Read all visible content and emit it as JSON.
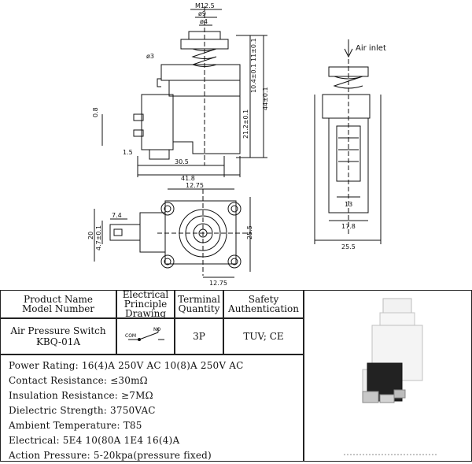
{
  "drawing": {
    "air_inlet_label": "Air inlet",
    "top_dims": {
      "m": "M12.5",
      "d9": "ø9",
      "d4": "ø4",
      "d3": "ø3",
      "h11": "11±0.1",
      "h10": "10.4±0.1",
      "h44": "44±0.1",
      "h21": "21.2±0.1",
      "w08": "0.8",
      "w15": "1.5",
      "w305": "30.5",
      "w418": "41.8"
    },
    "bottom_dims": {
      "top": "12.75",
      "bottom": "12.75",
      "left74": "7.4",
      "h20": "20",
      "h47": "4.7±0.1",
      "h255": "25.5"
    },
    "side_dims": {
      "w13": "13",
      "w178": "17.8",
      "w255": "25.5"
    }
  },
  "table": {
    "headers": {
      "product": [
        "Product Name",
        "Model Number"
      ],
      "principle": [
        "Electrical",
        "Principle",
        "Drawing"
      ],
      "terminal": [
        "Terminal",
        "Quantity"
      ],
      "safety": [
        "Safety",
        "Authentication"
      ]
    },
    "row": {
      "product": [
        "Air Pressure Switch",
        "KBQ-01A"
      ],
      "schematic": {
        "no": "NO",
        "com": "COM"
      },
      "terminal": "3P",
      "safety": "TUV; CE"
    },
    "specs": [
      "Power Rating: 16(4)A 250V AC 10(8)A 250V AC",
      "Contact Resistance: ≤30mΩ",
      "Insulation Resistance: ≥7MΩ",
      "Dielectric Strength: 3750VAC",
      "Ambient Temperature: T85",
      "Electrical: 5E4 10(80A 1E4 16(4)A",
      "Action Pressure: 5-20kpa(pressure fixed)"
    ]
  }
}
